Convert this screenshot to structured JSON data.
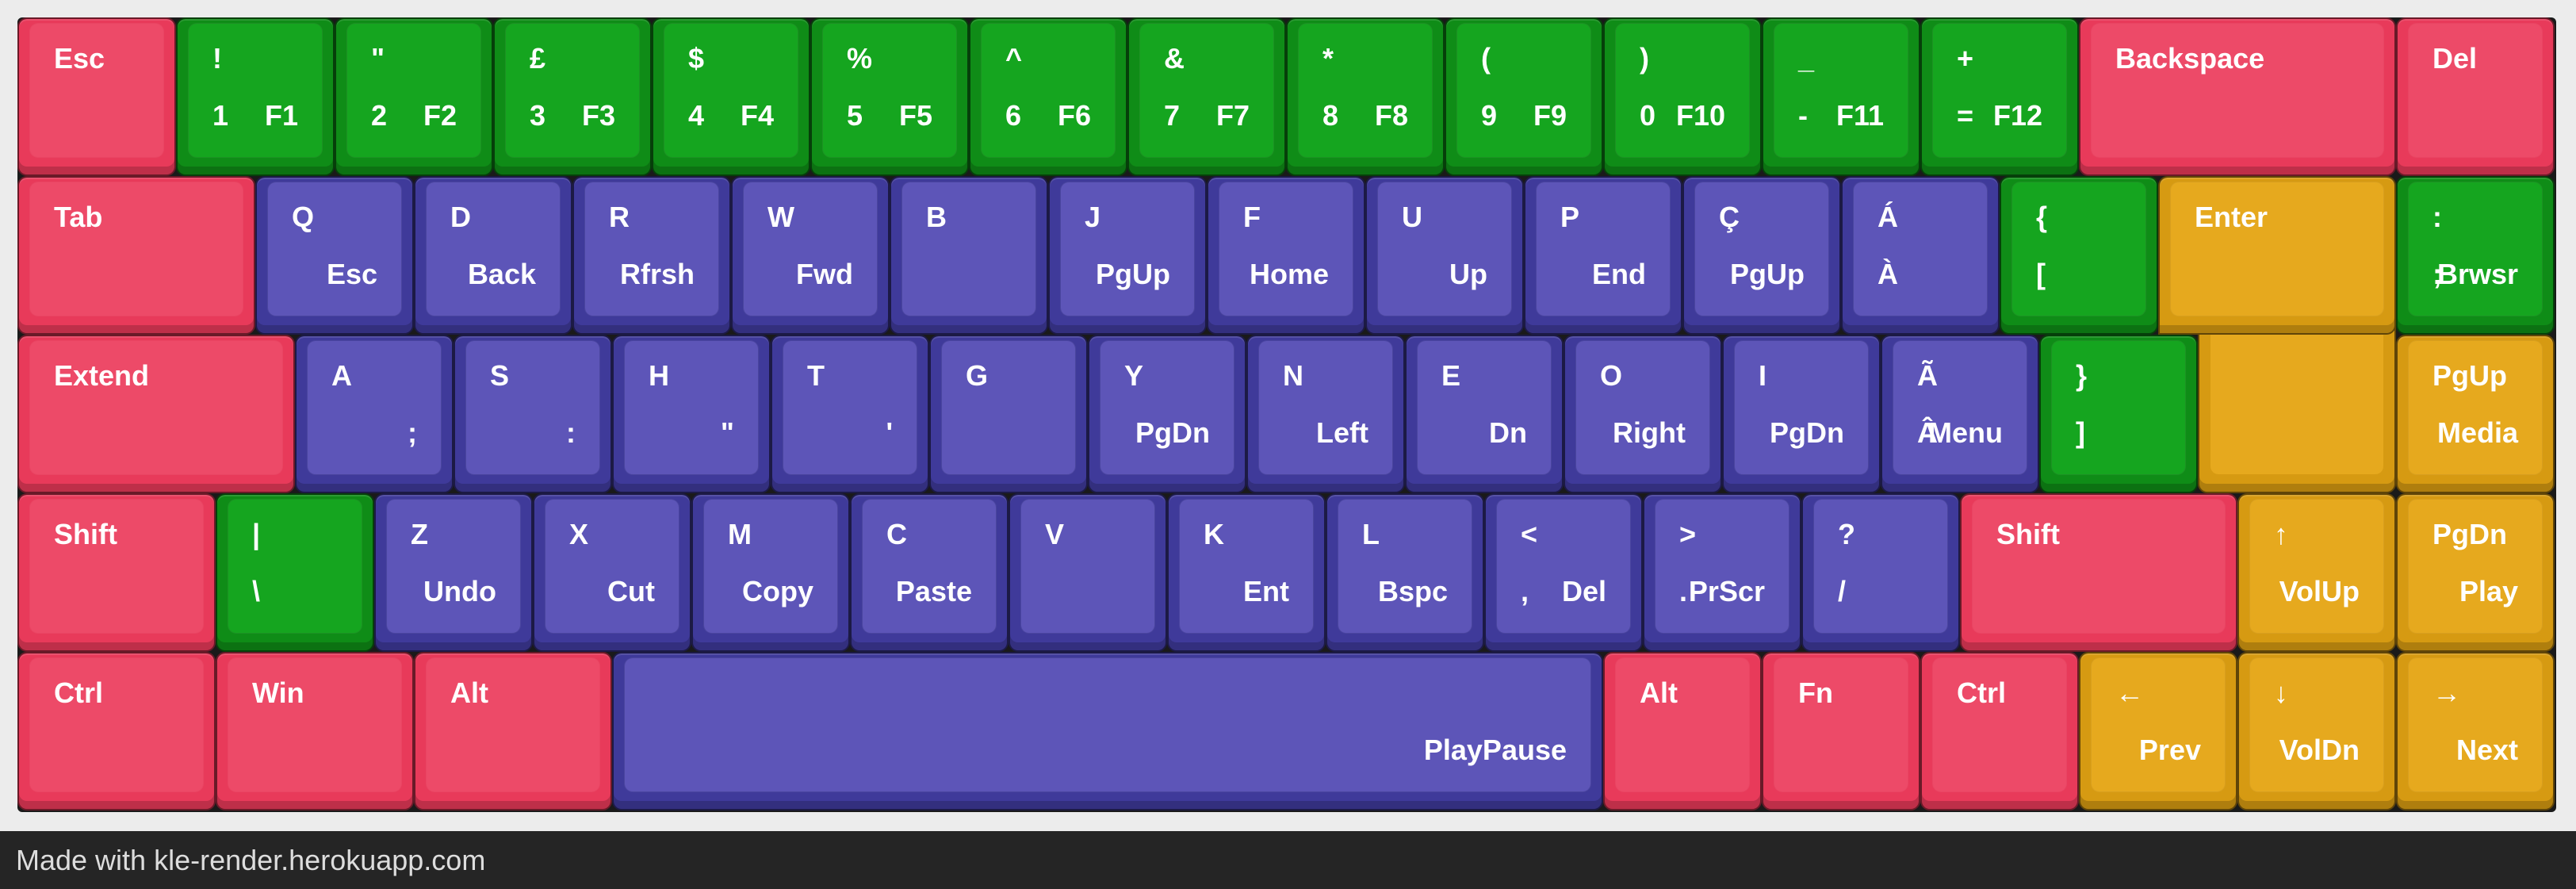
{
  "colors": {
    "red": "#e83a5a",
    "green": "#15a51f",
    "blue": "#5d55b8",
    "yellow": "#e6a91e",
    "legend": "#ffffff",
    "footer_bg": "#252525"
  },
  "footer": {
    "text": "Made with kle-render.herokuapp.com"
  },
  "rows": [
    [
      {
        "id": "esc",
        "color": "red",
        "w": 1,
        "tl": "Esc"
      },
      {
        "id": "1",
        "color": "green",
        "w": 1,
        "tl": "!",
        "bl": "1",
        "br": "F1"
      },
      {
        "id": "2",
        "color": "green",
        "w": 1,
        "tl": "\"",
        "bl": "2",
        "br": "F2"
      },
      {
        "id": "3",
        "color": "green",
        "w": 1,
        "tl": "£",
        "bl": "3",
        "br": "F3"
      },
      {
        "id": "4",
        "color": "green",
        "w": 1,
        "tl": "$",
        "bl": "4",
        "br": "F4"
      },
      {
        "id": "5",
        "color": "green",
        "w": 1,
        "tl": "%",
        "bl": "5",
        "br": "F5"
      },
      {
        "id": "6",
        "color": "green",
        "w": 1,
        "tl": "^",
        "bl": "6",
        "br": "F6"
      },
      {
        "id": "7",
        "color": "green",
        "w": 1,
        "tl": "&",
        "bl": "7",
        "br": "F7"
      },
      {
        "id": "8",
        "color": "green",
        "w": 1,
        "tl": "*",
        "bl": "8",
        "br": "F8"
      },
      {
        "id": "9",
        "color": "green",
        "w": 1,
        "tl": "(",
        "bl": "9",
        "br": "F9"
      },
      {
        "id": "0",
        "color": "green",
        "w": 1,
        "tl": ")",
        "bl": "0",
        "br": "F10"
      },
      {
        "id": "minus",
        "color": "green",
        "w": 1,
        "tl": "_",
        "bl": "-",
        "br": "F11"
      },
      {
        "id": "equal",
        "color": "green",
        "w": 1,
        "tl": "+",
        "bl": "=",
        "br": "F12"
      },
      {
        "id": "backspace",
        "color": "red",
        "w": 2,
        "tl": "Backspace"
      },
      {
        "id": "del",
        "color": "red",
        "w": 1,
        "tl": "Del"
      }
    ],
    [
      {
        "id": "tab",
        "color": "red",
        "w": 1.5,
        "tl": "Tab"
      },
      {
        "id": "q",
        "color": "blue",
        "w": 1,
        "tl": "Q",
        "br": "Esc"
      },
      {
        "id": "d",
        "color": "blue",
        "w": 1,
        "tl": "D",
        "br": "Back"
      },
      {
        "id": "r",
        "color": "blue",
        "w": 1,
        "tl": "R",
        "br": "Rfrsh"
      },
      {
        "id": "w",
        "color": "blue",
        "w": 1,
        "tl": "W",
        "br": "Fwd"
      },
      {
        "id": "b",
        "color": "blue",
        "w": 1,
        "tl": "B"
      },
      {
        "id": "j",
        "color": "blue",
        "w": 1,
        "tl": "J",
        "br": "PgUp"
      },
      {
        "id": "f",
        "color": "blue",
        "w": 1,
        "tl": "F",
        "br": "Home"
      },
      {
        "id": "u",
        "color": "blue",
        "w": 1,
        "tl": "U",
        "br": "Up"
      },
      {
        "id": "p",
        "color": "blue",
        "w": 1,
        "tl": "P",
        "br": "End"
      },
      {
        "id": "c-cedilla",
        "color": "blue",
        "w": 1,
        "tl": "Ç",
        "br": "PgUp"
      },
      {
        "id": "a-acute",
        "color": "blue",
        "w": 1,
        "tl": "Á",
        "bl": "À"
      },
      {
        "id": "lbrace",
        "color": "green",
        "w": 1,
        "tl": "{",
        "bl": "["
      },
      {
        "id": "enter",
        "color": "yellow",
        "w": 1.5,
        "tl": "Enter",
        "enter": true
      },
      {
        "id": "colon",
        "color": "green",
        "w": 1,
        "tl": ":",
        "bl": ";",
        "br": "Brwsr"
      }
    ],
    [
      {
        "id": "extend",
        "color": "red",
        "w": 1.75,
        "tl": "Extend"
      },
      {
        "id": "a",
        "color": "blue",
        "w": 1,
        "tl": "A",
        "br": ";"
      },
      {
        "id": "s",
        "color": "blue",
        "w": 1,
        "tl": "S",
        "br": ":"
      },
      {
        "id": "h",
        "color": "blue",
        "w": 1,
        "tl": "H",
        "br": "\""
      },
      {
        "id": "t",
        "color": "blue",
        "w": 1,
        "tl": "T",
        "br": "'"
      },
      {
        "id": "g",
        "color": "blue",
        "w": 1,
        "tl": "G"
      },
      {
        "id": "y",
        "color": "blue",
        "w": 1,
        "tl": "Y",
        "br": "PgDn"
      },
      {
        "id": "n",
        "color": "blue",
        "w": 1,
        "tl": "N",
        "br": "Left"
      },
      {
        "id": "e",
        "color": "blue",
        "w": 1,
        "tl": "E",
        "br": "Dn"
      },
      {
        "id": "o",
        "color": "blue",
        "w": 1,
        "tl": "O",
        "br": "Right"
      },
      {
        "id": "i",
        "color": "blue",
        "w": 1,
        "tl": "I",
        "br": "PgDn"
      },
      {
        "id": "a-tilde",
        "color": "blue",
        "w": 1,
        "tl": "Ã",
        "bl": "Â",
        "br": "Menu"
      },
      {
        "id": "rbrace",
        "color": "green",
        "w": 1,
        "tl": "}",
        "bl": "]"
      },
      {
        "id": "enter-gap",
        "spacer": true,
        "w": 1.25
      },
      {
        "id": "pgup",
        "color": "yellow",
        "w": 1,
        "tl": "PgUp",
        "br": "Media"
      }
    ],
    [
      {
        "id": "lshift",
        "color": "red",
        "w": 1.25,
        "tl": "Shift"
      },
      {
        "id": "pipe",
        "color": "green",
        "w": 1,
        "tl": "|",
        "bl": "\\"
      },
      {
        "id": "z",
        "color": "blue",
        "w": 1,
        "tl": "Z",
        "br": "Undo"
      },
      {
        "id": "x",
        "color": "blue",
        "w": 1,
        "tl": "X",
        "br": "Cut"
      },
      {
        "id": "m",
        "color": "blue",
        "w": 1,
        "tl": "M",
        "br": "Copy"
      },
      {
        "id": "c",
        "color": "blue",
        "w": 1,
        "tl": "C",
        "br": "Paste"
      },
      {
        "id": "v",
        "color": "blue",
        "w": 1,
        "tl": "V"
      },
      {
        "id": "k",
        "color": "blue",
        "w": 1,
        "tl": "K",
        "br": "Ent"
      },
      {
        "id": "l",
        "color": "blue",
        "w": 1,
        "tl": "L",
        "br": "Bspc"
      },
      {
        "id": "comma",
        "color": "blue",
        "w": 1,
        "tl": "<",
        "bl": ",",
        "br": "Del"
      },
      {
        "id": "period",
        "color": "blue",
        "w": 1,
        "tl": ">",
        "bl": ".",
        "br": "PrScr"
      },
      {
        "id": "slash",
        "color": "blue",
        "w": 1,
        "tl": "?",
        "bl": "/"
      },
      {
        "id": "rshift",
        "color": "red",
        "w": 1.75,
        "tl": "Shift"
      },
      {
        "id": "up",
        "color": "yellow",
        "w": 1,
        "tl": "↑",
        "br": "VolUp"
      },
      {
        "id": "pgdn",
        "color": "yellow",
        "w": 1,
        "tl": "PgDn",
        "br": "Play"
      }
    ],
    [
      {
        "id": "lctrl",
        "color": "red",
        "w": 1.25,
        "tl": "Ctrl"
      },
      {
        "id": "win",
        "color": "red",
        "w": 1.25,
        "tl": "Win"
      },
      {
        "id": "lalt",
        "color": "red",
        "w": 1.25,
        "tl": "Alt"
      },
      {
        "id": "space",
        "color": "blue",
        "w": 6.25,
        "br": "PlayPause"
      },
      {
        "id": "ralt",
        "color": "red",
        "w": 1,
        "tl": "Alt"
      },
      {
        "id": "fn",
        "color": "red",
        "w": 1,
        "tl": "Fn"
      },
      {
        "id": "rctrl",
        "color": "red",
        "w": 1,
        "tl": "Ctrl"
      },
      {
        "id": "left",
        "color": "yellow",
        "w": 1,
        "tl": "←",
        "br": "Prev"
      },
      {
        "id": "down",
        "color": "yellow",
        "w": 1,
        "tl": "↓",
        "br": "VolDn"
      },
      {
        "id": "right",
        "color": "yellow",
        "w": 1,
        "tl": "→",
        "br": "Next"
      }
    ]
  ]
}
